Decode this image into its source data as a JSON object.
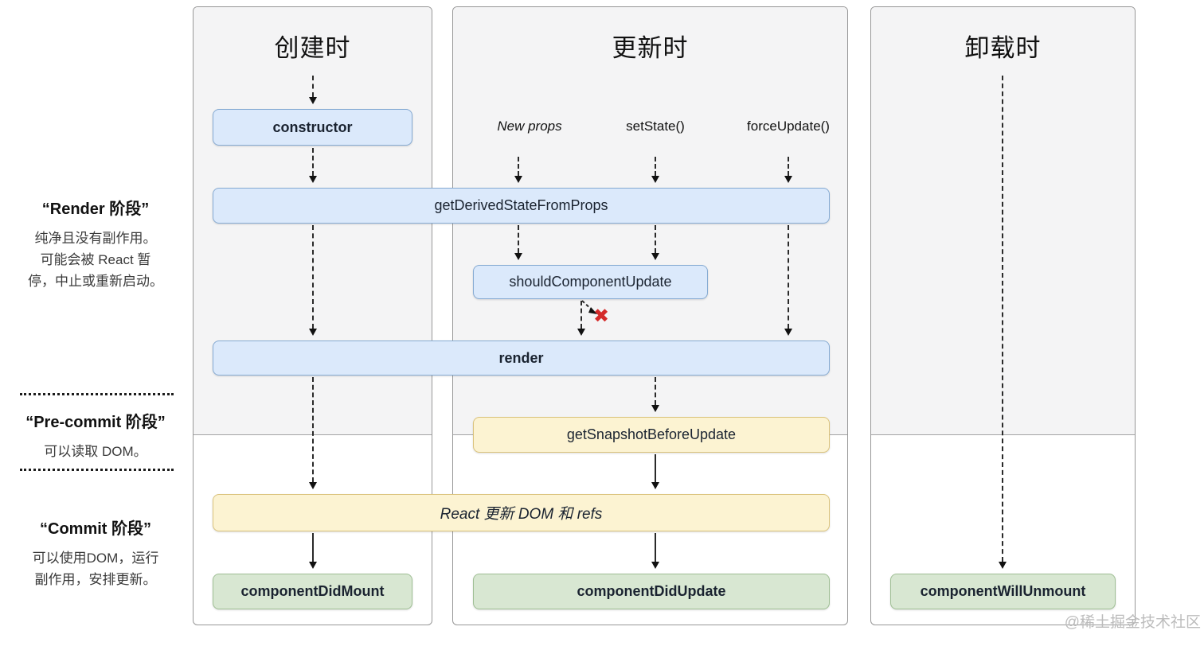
{
  "columns": {
    "mount": {
      "title": "创建时"
    },
    "update": {
      "title": "更新时"
    },
    "unmount": {
      "title": "卸载时"
    }
  },
  "triggers": {
    "new_props": "New props",
    "set_state": "setState()",
    "force_update": "forceUpdate()"
  },
  "boxes": {
    "constructor": "constructor",
    "get_derived_state_from_props": "getDerivedStateFromProps",
    "should_component_update": "shouldComponentUpdate",
    "render": "render",
    "get_snapshot_before_update": "getSnapshotBeforeUpdate",
    "react_updates_dom": "React 更新 DOM 和 refs",
    "component_did_mount": "componentDidMount",
    "component_did_update": "componentDidUpdate",
    "component_will_unmount": "componentWillUnmount"
  },
  "phases": {
    "render": {
      "title": "“Render 阶段”",
      "line1": "纯净且没有副作用。",
      "line2": "可能会被 React 暂",
      "line3": "停，中止或重新启动。"
    },
    "pre_commit": {
      "title": "“Pre-commit 阶段”",
      "line1": "可以读取 DOM。"
    },
    "commit": {
      "title": "“Commit 阶段”",
      "line1": "可以使用DOM，运行",
      "line2": "副作用，安排更新。"
    }
  },
  "stop_icon": "✖",
  "watermark": "@稀土掘金技术社区",
  "colors": {
    "blue_fill": "#dbe9fb",
    "blue_border": "#86abd3",
    "yellow_fill": "#fcf3d2",
    "yellow_border": "#dbc37c",
    "green_fill": "#d8e7d2",
    "green_border": "#9fbf94",
    "stop_x": "#d42a2a"
  }
}
